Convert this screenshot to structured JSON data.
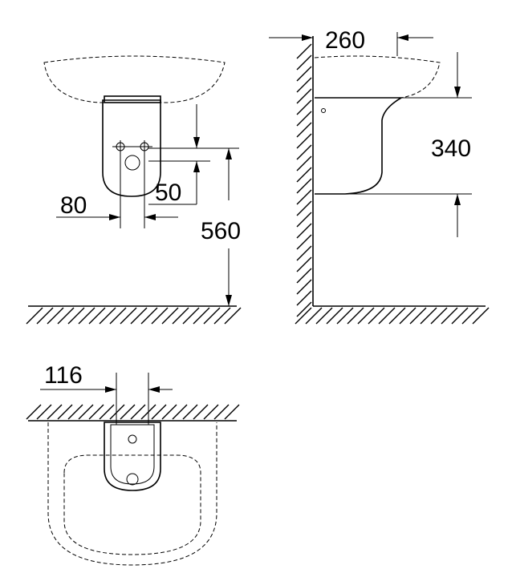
{
  "dimensions": {
    "front_depth": "560",
    "hole_spacing": "80",
    "hole_offset": "50",
    "side_projection": "260",
    "side_height": "340",
    "plan_width": "116"
  }
}
